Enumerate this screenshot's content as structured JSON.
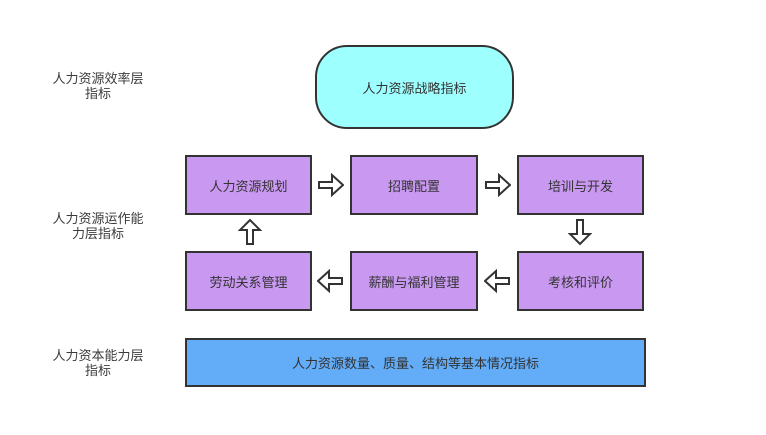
{
  "colors": {
    "stadium_fill": "#9EFFFF",
    "process_box_fill": "#C998F0",
    "base_bar_fill": "#63ACF7",
    "border": "#333333",
    "text": "#333333",
    "arrow_fill": "#FFFFFF"
  },
  "layer_labels": [
    {
      "line1": "人力资源效率层",
      "line2": "指标"
    },
    {
      "line1": "人力资源运作能",
      "line2": "力层指标"
    },
    {
      "line1": "人力资本能力层",
      "line2": "指标"
    }
  ],
  "strategy": {
    "label": "人力资源战略指标"
  },
  "process": {
    "row1": [
      {
        "label": "人力资源规划"
      },
      {
        "label": "招聘配置"
      },
      {
        "label": "培训与开发"
      }
    ],
    "row2": [
      {
        "label": "劳动关系管理"
      },
      {
        "label": "薪酬与福利管理"
      },
      {
        "label": "考核和评价"
      }
    ]
  },
  "base_bar": {
    "label": "人力资源数量、质量、结构等基本情况指标"
  }
}
